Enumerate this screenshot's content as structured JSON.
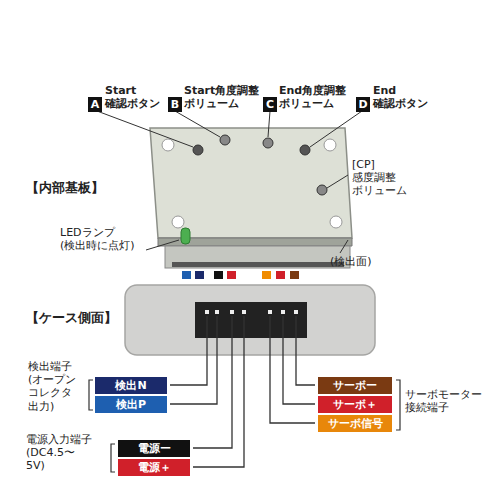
{
  "diagram": {
    "nodes": [
      {
        "text": [
          "A"
        ]
      },
      {
        "text": [
          "B"
        ]
      },
      {
        "text": [
          "C"
        ]
      },
      {
        "text": [
          "D"
        ]
      },
      {
        "text": [
          "検出N"
        ]
      },
      {
        "text": [
          "検出P"
        ]
      },
      {
        "text": [
          "電源ー"
        ]
      },
      {
        "text": [
          "電源＋"
        ]
      },
      {
        "text": [
          "サーボー"
        ]
      },
      {
        "text": [
          "サーボ＋"
        ]
      },
      {
        "text": [
          "サーボ信号"
        ]
      }
    ],
    "labels": [
      "Start 確認ボタン",
      "Start角度調整 ボリューム",
      "End角度調整 ボリューム",
      "End 確認ボタン",
      "【内部基板】",
      "[CP] 感度調整 ボリューム",
      "LEDランプ (検出時に点灯)",
      "(検出面)",
      "【ケース側面】",
      "検出端子 (オープン コレクタ 出力)",
      "電源入力端子 (DC4.5〜5V)",
      "サーボモーター 接続端子"
    ]
  }
}
